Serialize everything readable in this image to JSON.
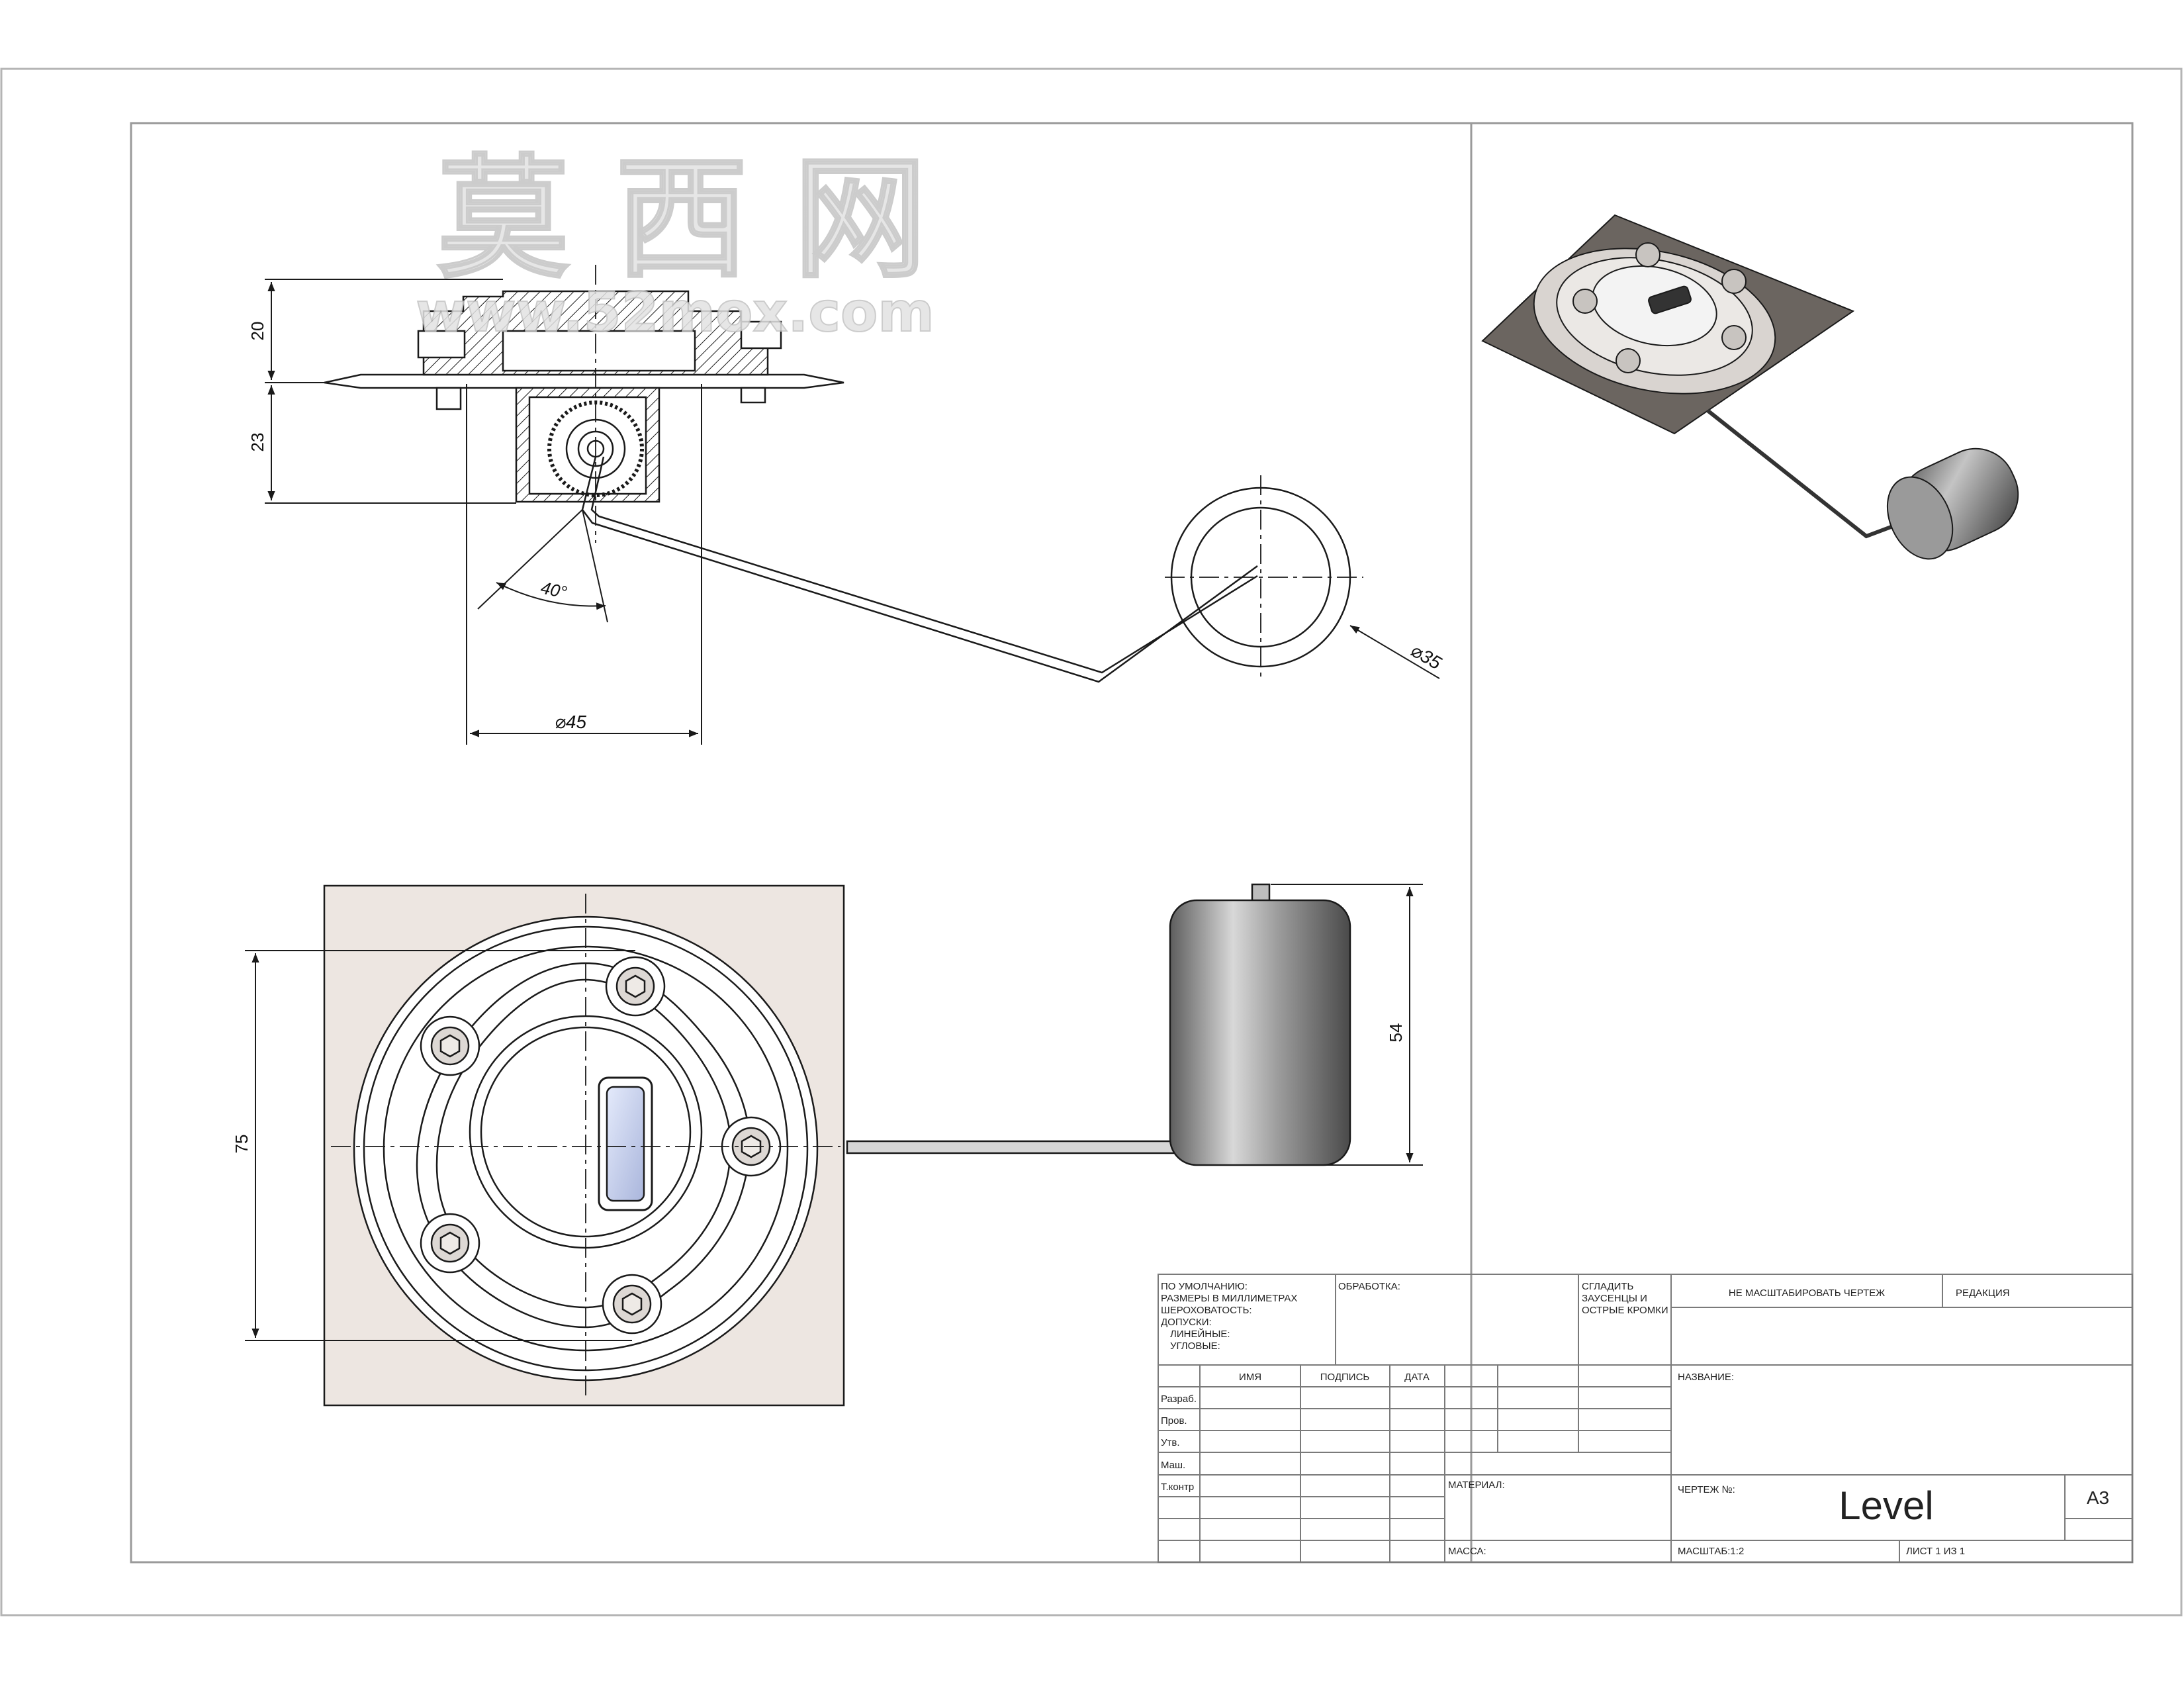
{
  "colors": {
    "line": "#1a1a1a",
    "frame": "#9a9a9a",
    "plate_fill": "#ede6e1",
    "plate_iso": "#6b6560",
    "float_fill": "#8a8a8a",
    "glass": "#c8d2ee",
    "watermark": "#d6d6d6"
  },
  "watermark": {
    "chars": "莫 西 网",
    "url": "www.52mox.com"
  },
  "dimensions": {
    "height_top": "20",
    "height_bottom": "23",
    "angle": "40°",
    "diameter_shaft": "⌀45",
    "diameter_float": "⌀35",
    "plate_height": "75",
    "float_height": "54"
  },
  "title_block": {
    "defaults_lines": [
      "ПО УМОЛЧАНИЮ:",
      "РАЗМЕРЫ В МИЛЛИМЕТРАХ",
      "ШЕРОХОВАТОСТЬ:",
      "ДОПУСКИ:",
      "ЛИНЕЙНЫЕ:",
      "УГЛОВЫЕ:"
    ],
    "finish_label": "ОБРАБОТКА:",
    "deburr_lines": [
      "СГЛАДИТЬ",
      "ЗАУСЕНЦЫ И",
      "ОСТРЫЕ КРОМКИ"
    ],
    "no_scale": "НЕ МАСШТАБИРОВАТЬ ЧЕРТЕЖ",
    "revision": "РЕДАКЦИЯ",
    "col_name": "ИМЯ",
    "col_signature": "ПОДПИСЬ",
    "col_date": "ДАТА",
    "roles": [
      "Разраб.",
      "Пров.",
      "Утв.",
      "Маш.",
      "Т.контр"
    ],
    "title_label": "НАЗВАНИЕ:",
    "material_label": "МАТЕРИАЛ:",
    "drawing_no_label": "ЧЕРТЕЖ №:",
    "drawing_name": "Level",
    "sheet_size": "A3",
    "mass_label": "МАССА:",
    "scale_label": "МАСШТАБ:1:2",
    "sheet_label": "ЛИСТ 1 ИЗ 1"
  }
}
